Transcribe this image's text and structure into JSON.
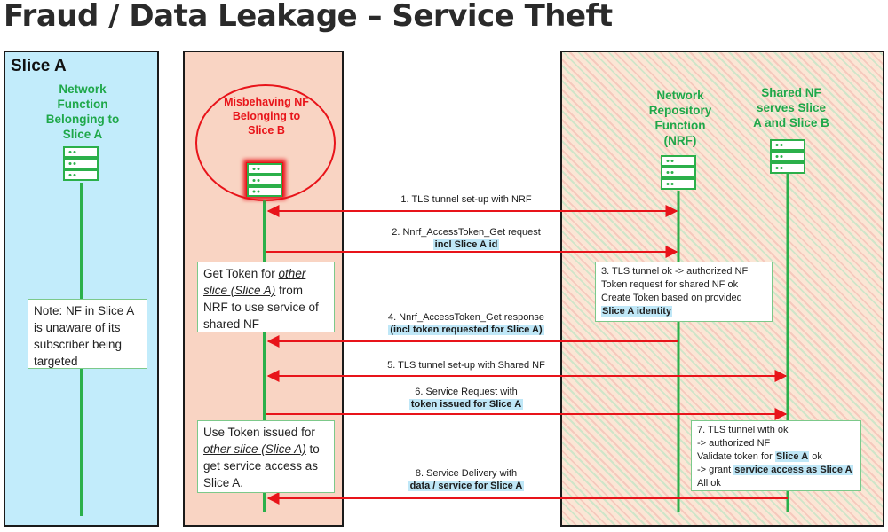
{
  "title": "Fraud / Data Leakage – Service Theft",
  "slice_label": "Slice A",
  "actors": {
    "nf_slice_a": "Network Function Belonging to Slice A",
    "misbehaving_nf": "Misbehaving NF Belonging to Slice B",
    "nrf": "Network Repository Function (NRF)",
    "shared_nf": "Shared NF serves Slice A and Slice B"
  },
  "notes": {
    "slice_a_note": "Note: NF in Slice A is unaware of its subscriber being targeted",
    "get_token": {
      "prefix": "Get Token for ",
      "italic": "other slice (Slice A)",
      "suffix": " from NRF to use service of shared NF"
    },
    "use_token": {
      "prefix": "Use Token issued for ",
      "italic": "other slice (Slice A)",
      "suffix": " to get service access as Slice A."
    },
    "nrf_note": {
      "line1": "3. TLS tunnel ok -> authorized NF",
      "line2": "Token request for shared NF ok",
      "line3": "Create Token based on provided",
      "line4": "Slice A identity"
    },
    "shared_note": {
      "line1": "7. TLS tunnel with ok",
      "line2": "-> authorized NF",
      "line3_prefix": "Validate token for ",
      "line3_bold": "Slice A",
      "line3_suffix": " ok",
      "line4_prefix": "-> grant ",
      "line4_bold": "service access as Slice A",
      "line5": "All ok"
    }
  },
  "messages": [
    {
      "line1": "1.   TLS tunnel set-up with NRF",
      "line2": ""
    },
    {
      "line1": "2. Nnrf_AccessToken_Get request",
      "line2": "incl Slice A id"
    },
    {
      "line1": "4. Nnrf_AccessToken_Get response",
      "line2": "(incl token requested for Slice A)"
    },
    {
      "line1": "5. TLS tunnel set-up with Shared NF",
      "line2": ""
    },
    {
      "line1": "6. Service Request with",
      "line2": "token issued for Slice A"
    },
    {
      "line1": "8. Service Delivery with",
      "line2": "data / service for Slice A"
    }
  ],
  "colors": {
    "arrow": "#e8141a",
    "lifeline": "#2bb04a",
    "highlight": "#bfe7f7",
    "panel_a": "#c2ecfb",
    "panel_mid": "#f9d4c3"
  }
}
